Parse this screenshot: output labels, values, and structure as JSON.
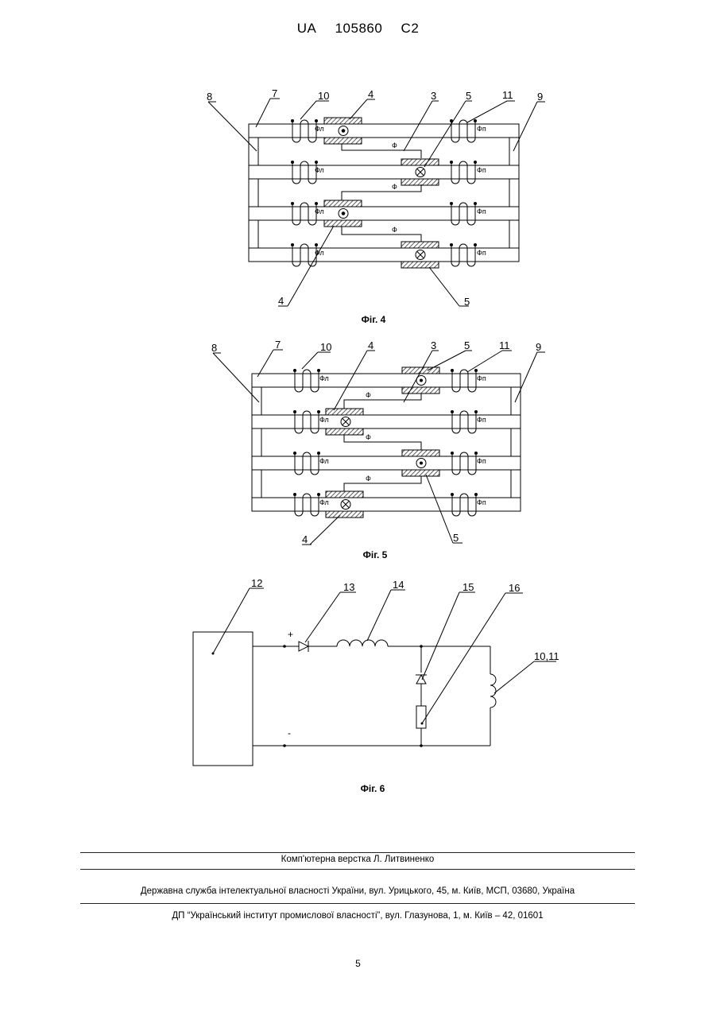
{
  "header": {
    "country": "UA",
    "number": "105860",
    "kind": "C2"
  },
  "fig4": {
    "caption": "Фіг. 4",
    "labels": {
      "l8": "8",
      "l7": "7",
      "l10": "10",
      "l4": "4",
      "l3": "3",
      "l5": "5",
      "l11": "11",
      "l9": "9",
      "l4b": "4",
      "l5b": "5"
    },
    "flux_left": "Фл",
    "flux_right": "Фп",
    "flux_center": "Ф"
  },
  "fig5": {
    "caption": "Фіг. 5",
    "labels": {
      "l8": "8",
      "l7": "7",
      "l10": "10",
      "l4": "4",
      "l3": "3",
      "l5": "5",
      "l11": "11",
      "l9": "9",
      "l4b": "4",
      "l5b": "5"
    },
    "flux_left": "Фл",
    "flux_right": "Фп",
    "flux_center": "Ф"
  },
  "fig6": {
    "caption": "Фіг. 6",
    "labels": {
      "l12": "12",
      "l13": "13",
      "l14": "14",
      "l15": "15",
      "l16": "16",
      "l1011": "10,11"
    },
    "plus": "+",
    "minus": "-"
  },
  "footer": {
    "typesetting": "Комп'ютерна верстка Л. Литвиненко",
    "agency": "Державна служба інтелектуальної власності України, вул. Урицького, 45, м. Київ, МСП, 03680, Україна",
    "institute": "ДП “Український інститут промислової власності”, вул. Глазунова, 1, м. Київ – 42, 01601"
  },
  "page_number": "5"
}
